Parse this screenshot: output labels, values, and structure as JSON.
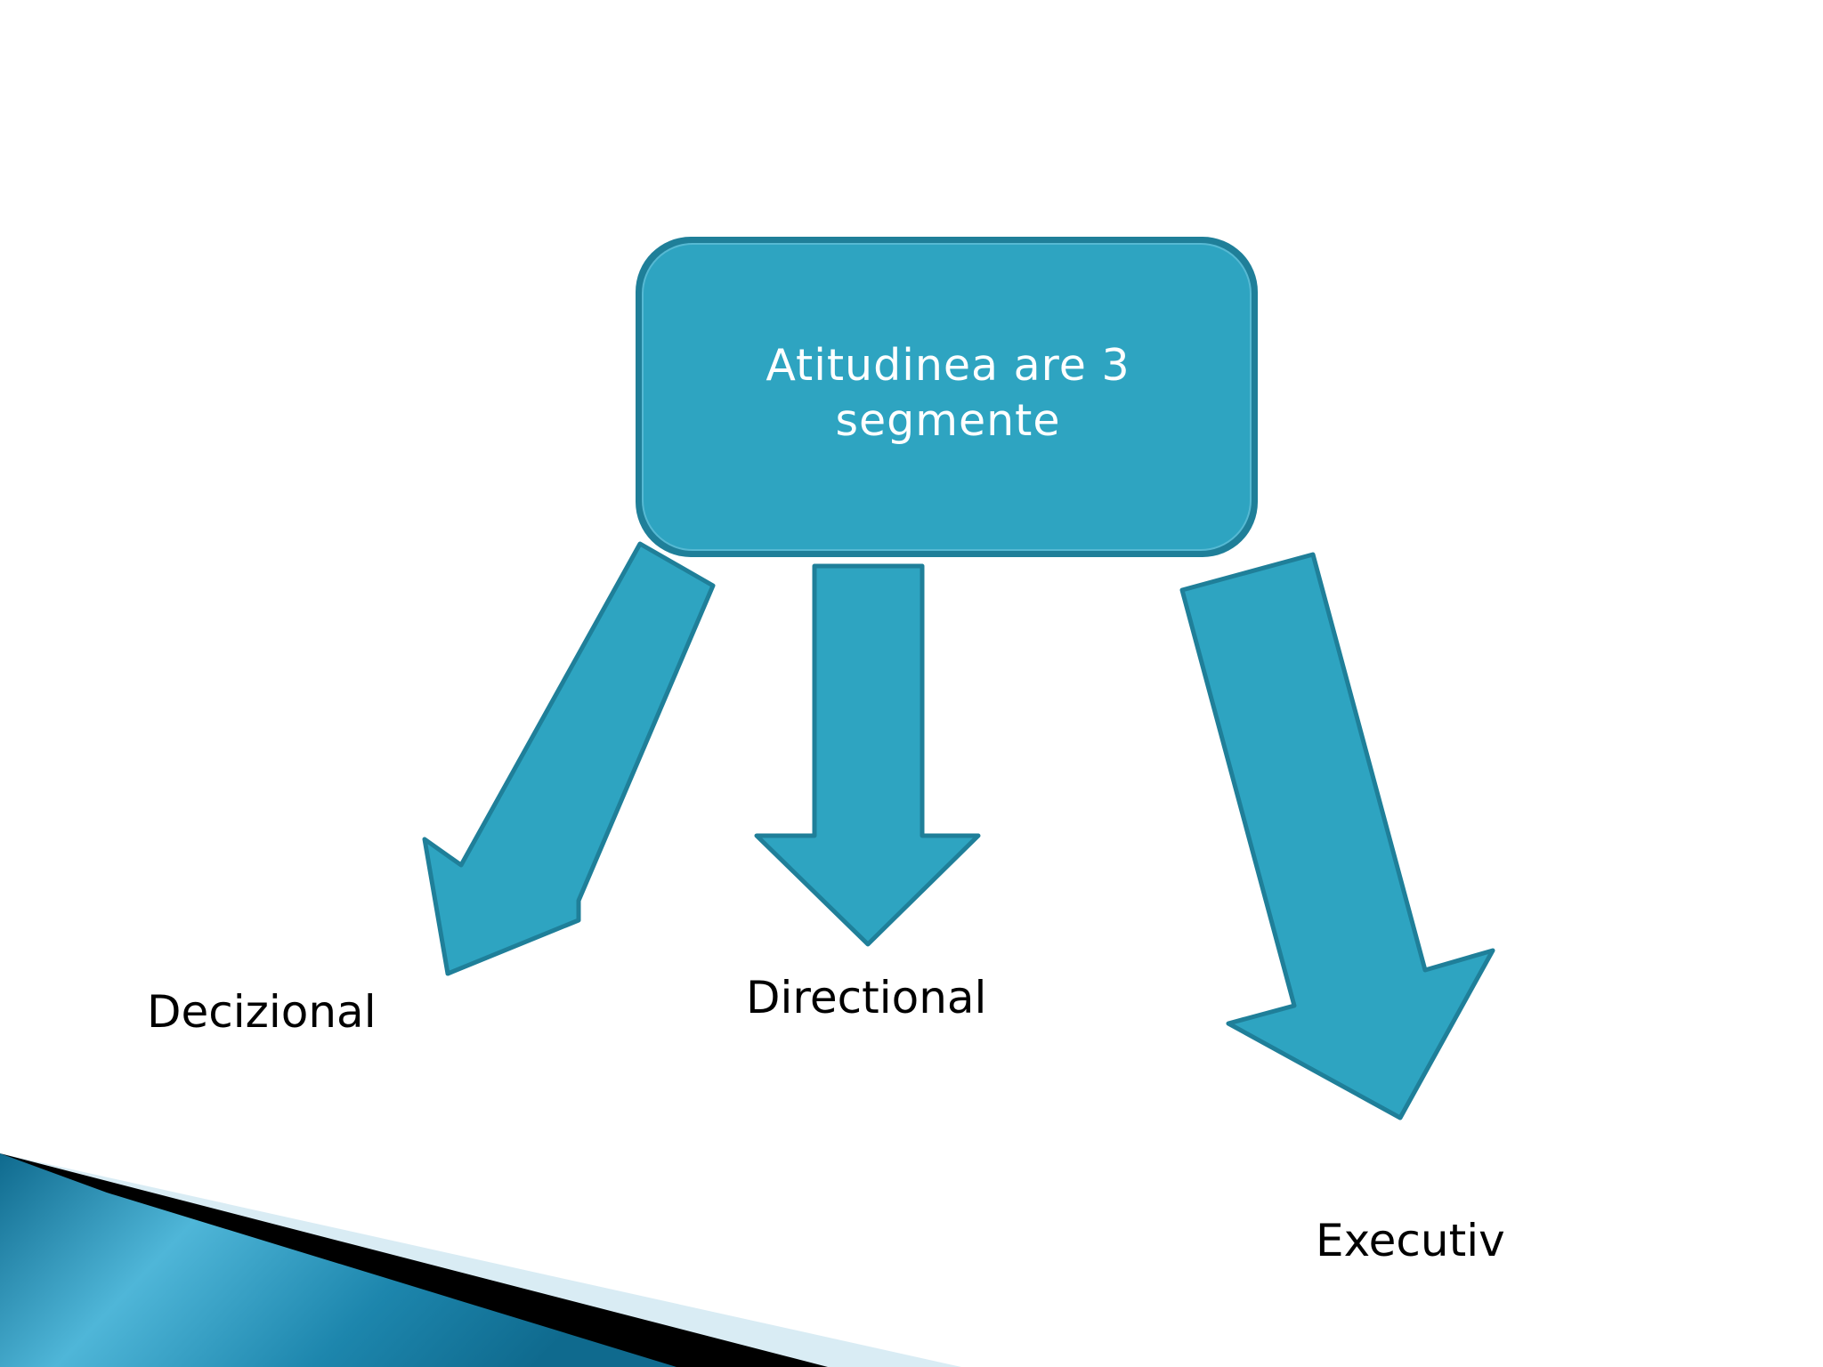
{
  "diagram": {
    "central_box": {
      "lines": [
        "Atitudinea are 3",
        "segmente"
      ]
    },
    "branches": [
      {
        "label": "Decizional"
      },
      {
        "label": "Directional"
      },
      {
        "label": "Executiv"
      }
    ]
  },
  "colors": {
    "shape_fill": "#2ea4c1",
    "shape_outline": "#1f7f99",
    "text_on_shape": "#ffffff",
    "label_text": "#000000",
    "footer_blue": "#1b7fa3",
    "footer_light": "#d9ecf4",
    "footer_dark": "#000000"
  }
}
